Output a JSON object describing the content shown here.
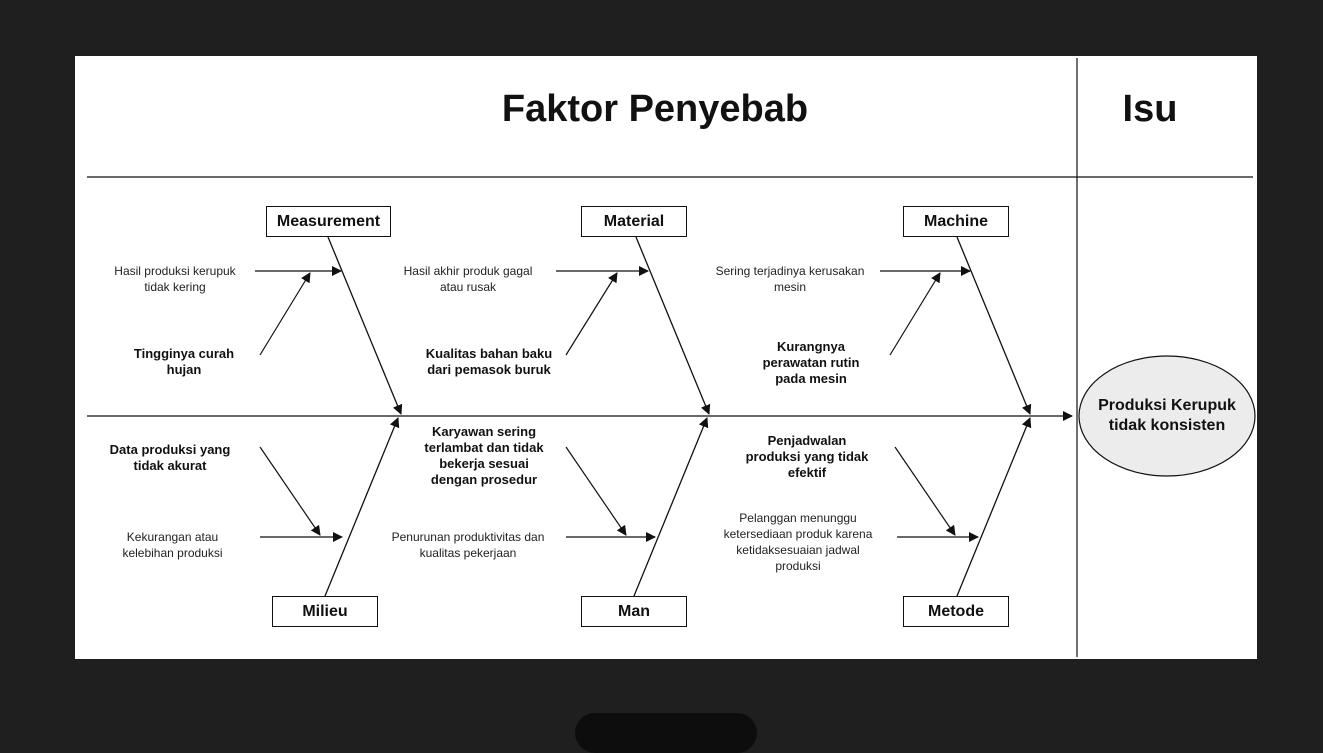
{
  "header": {
    "main_title": "Faktor Penyebab",
    "issue_title": "Isu"
  },
  "issue": {
    "text_line1": "Produksi Kerupuk",
    "text_line2": "tidak konsisten"
  },
  "categories": {
    "measurement": "Measurement",
    "material": "Material",
    "machine": "Machine",
    "milieu": "Milieu",
    "man": "Man",
    "metode": "Metode"
  },
  "causes": {
    "measurement_1": [
      "Hasil produksi kerupuk",
      "tidak kering"
    ],
    "measurement_2": [
      "Tingginya curah",
      "hujan"
    ],
    "material_1": [
      "Hasil akhir produk gagal",
      "atau rusak"
    ],
    "material_2": [
      "Kualitas bahan baku",
      "dari pemasok buruk"
    ],
    "machine_1": [
      "Sering terjadinya kerusakan",
      "mesin"
    ],
    "machine_2": [
      "Kurangnya",
      "perawatan rutin",
      "pada mesin"
    ],
    "milieu_1": [
      "Data produksi yang",
      "tidak akurat"
    ],
    "milieu_2": [
      "Kekurangan atau",
      "kelebihan produksi"
    ],
    "man_1": [
      "Karyawan sering",
      "terlambat dan tidak",
      "bekerja sesuai",
      "dengan prosedur"
    ],
    "man_2": [
      "Penurunan produktivitas dan",
      "kualitas pekerjaan"
    ],
    "metode_1": [
      "Penjadwalan",
      "produksi yang tidak",
      "efektif"
    ],
    "metode_2": [
      "Pelanggan menunggu",
      "ketersediaan produk karena",
      "ketidaksesuaian jadwal",
      "produksi"
    ]
  },
  "colors": {
    "background": "#1f1f1f",
    "panel": "#ffffff",
    "line": "#111111",
    "issue_fill": "#ececec"
  }
}
